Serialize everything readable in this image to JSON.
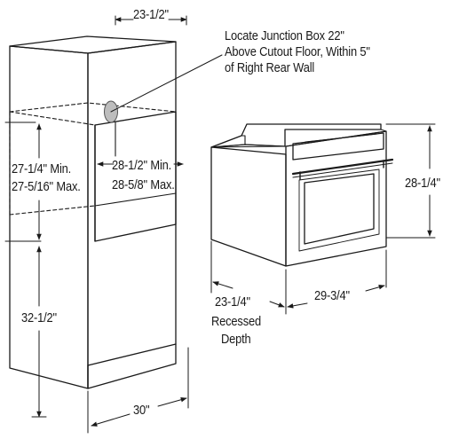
{
  "dimensions": {
    "cabinet_depth": "23-1/2\"",
    "junction_box_line1": "Locate Junction Box 22\"",
    "junction_box_line2": "Above Cutout Floor, Within 5\"",
    "junction_box_line3": "of Right Rear Wall",
    "cutout_height_min": "27-1/4\" Min.",
    "cutout_height_max": "27-5/16\" Max.",
    "cutout_width_min": "28-1/2\" Min.",
    "cutout_width_max": "28-5/8\" Max.",
    "oven_height": "28-1/4\"",
    "cabinet_floor_height": "32-1/2\"",
    "recessed_depth_value": "23-1/4\"",
    "recessed_label_line1": "Recessed",
    "recessed_label_line2": "Depth",
    "oven_width": "29-3/4\"",
    "cabinet_width": "30\""
  },
  "colors": {
    "line": "#1a1a1a",
    "junction_box_fill": "#bdbdbd"
  }
}
